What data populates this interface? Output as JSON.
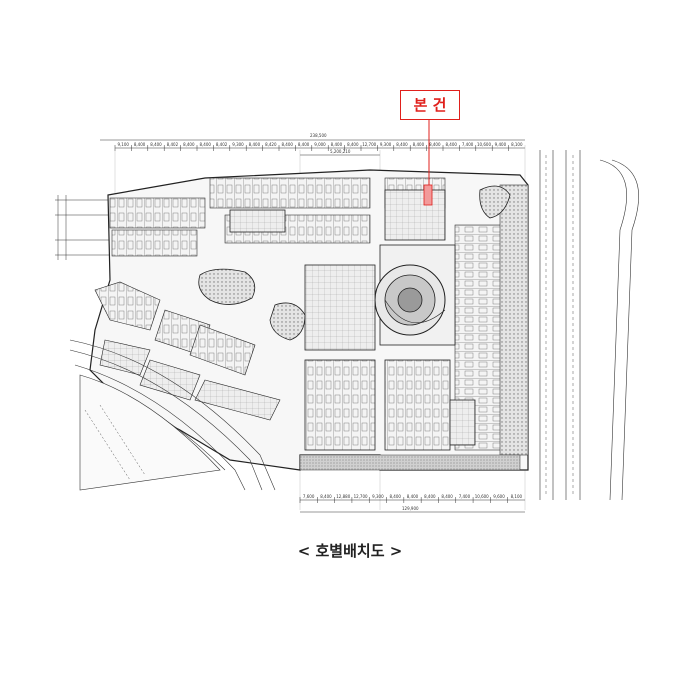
{
  "marker": {
    "label": "본 건",
    "color": "#e0201c"
  },
  "caption": {
    "text": "< 호별배치도 >"
  },
  "dimensions": {
    "top_total": "238,500",
    "bottom_total": "129,900",
    "top_sub": "5,200,210",
    "top_segments": [
      "9,100",
      "8,400",
      "8,400",
      "8,402",
      "8,400",
      "8,400",
      "8,402",
      "9,300",
      "8,400",
      "8,420",
      "8,400",
      "8,400",
      "9,000",
      "8,400",
      "8,400",
      "12,700",
      "9,300",
      "8,400",
      "8,400",
      "8,400",
      "8,400",
      "7,400",
      "10,600",
      "9,400",
      "8,100"
    ],
    "bottom_segments": [
      "7,600",
      "8,400",
      "12,880",
      "12,700",
      "9,300",
      "8,400",
      "8,400",
      "8,400",
      "8,400",
      "7,400",
      "10,600",
      "9,600",
      "8,100"
    ]
  }
}
